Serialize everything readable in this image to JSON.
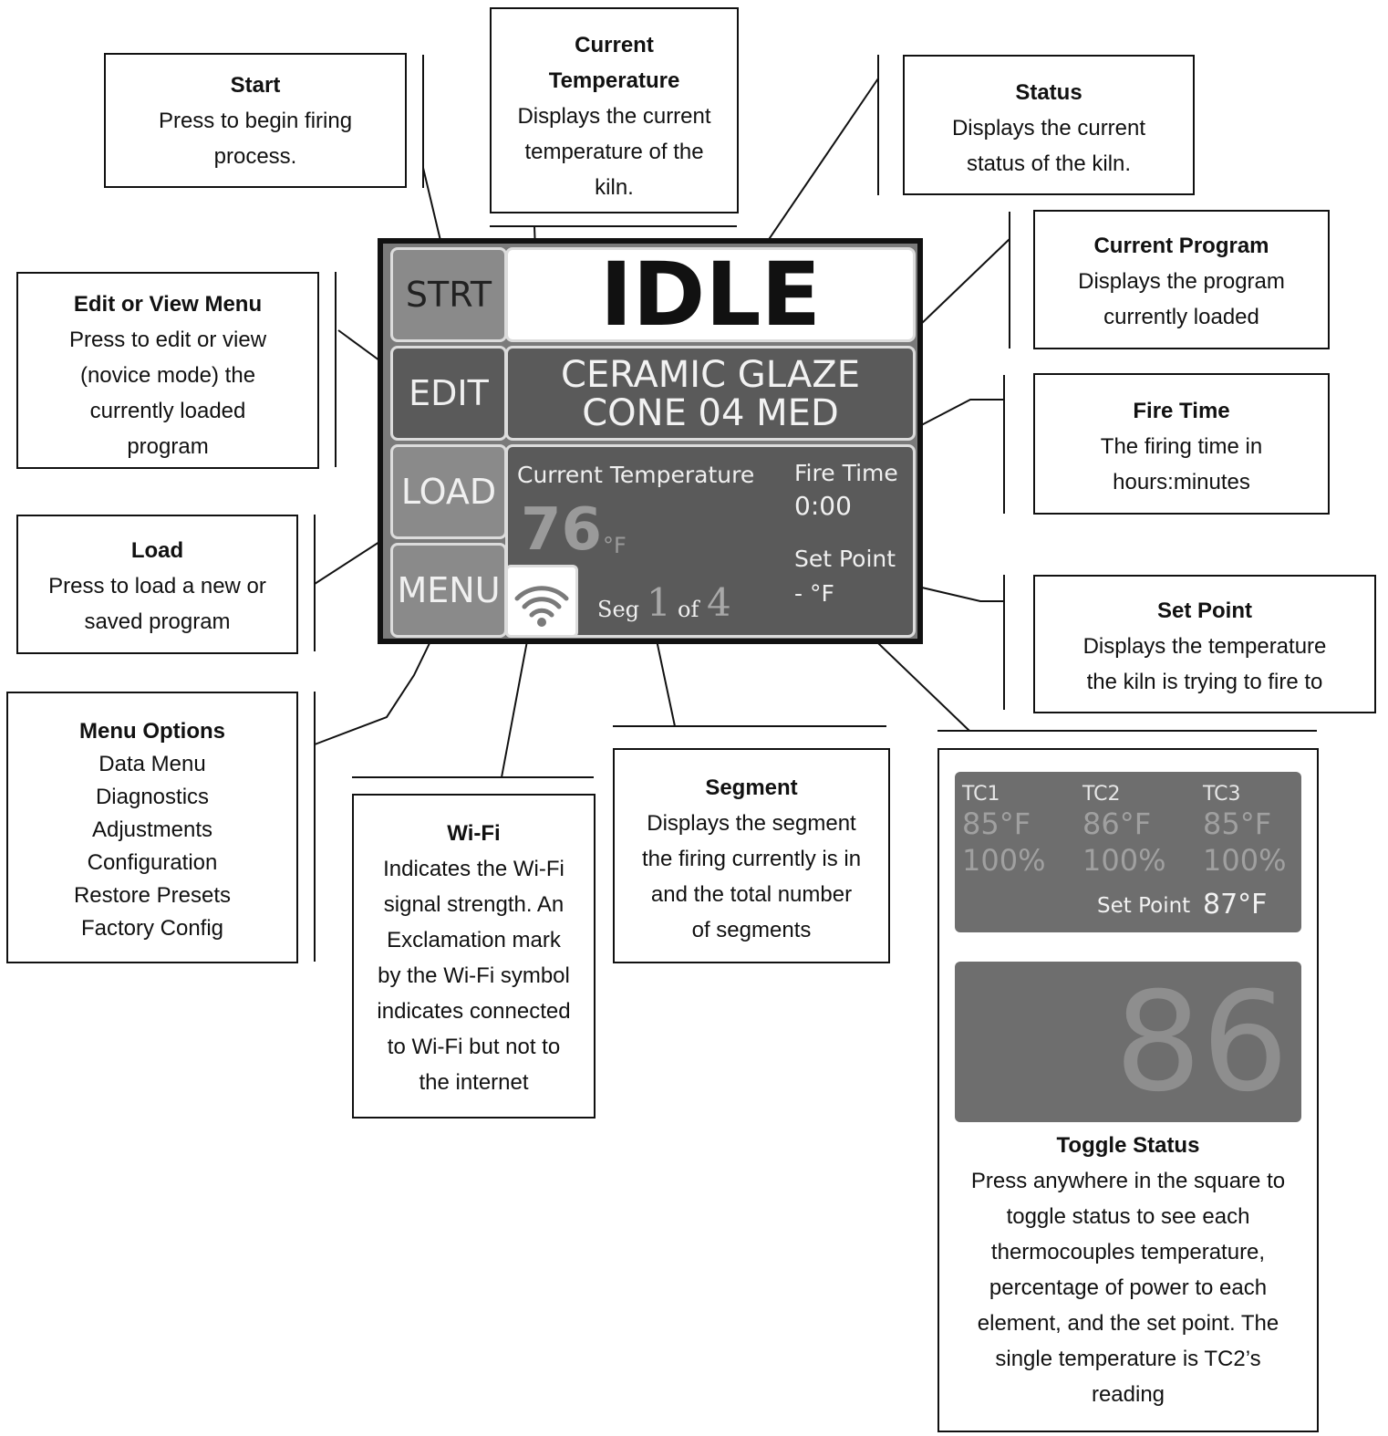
{
  "screen": {
    "buttons": {
      "start": "STRT",
      "edit": "EDIT",
      "load": "LOAD",
      "menu": "MENU"
    },
    "status": "IDLE",
    "program": [
      "CERAMIC GLAZE",
      "CONE 04 MED"
    ],
    "current_temperature_label": "Current Temperature",
    "current_temperature_value": "76",
    "current_temperature_unit": "°F",
    "fire_time_label": "Fire Time",
    "fire_time_value": "0:00",
    "set_point_label": "Set Point",
    "set_point_value": "- °F",
    "segment": {
      "prefix": "Seg",
      "current": "1",
      "of": "of",
      "total": "4"
    }
  },
  "callouts": {
    "start": {
      "title": "Start",
      "lines": [
        "Press to begin firing",
        "process."
      ]
    },
    "current_temperature": {
      "title": [
        "Current",
        "Temperature"
      ],
      "lines": [
        "Displays the current",
        "temperature of the",
        "kiln."
      ]
    },
    "status": {
      "title": "Status",
      "lines": [
        "Displays the current",
        "status of the kiln."
      ]
    },
    "edit": {
      "title": "Edit or View Menu",
      "lines": [
        "Press to edit or view",
        "(novice mode) the",
        "currently loaded",
        "program"
      ]
    },
    "current_program": {
      "title": "Current Program",
      "lines": [
        "Displays the program",
        "currently loaded"
      ]
    },
    "fire_time": {
      "title": "Fire Time",
      "lines": [
        "The firing time in",
        "hours:minutes"
      ]
    },
    "load": {
      "title": "Load",
      "lines": [
        "Press to load a new or",
        "saved program"
      ]
    },
    "set_point": {
      "title": "Set Point",
      "lines": [
        "Displays the temperature",
        "the kiln is trying to fire to"
      ]
    },
    "menu": {
      "title": "Menu Options",
      "lines": [
        "Data Menu",
        "Diagnostics",
        "Adjustments",
        "Configuration",
        "Restore Presets",
        "Factory Config"
      ]
    },
    "wifi": {
      "title": "Wi-Fi",
      "lines": [
        "Indicates the Wi-Fi",
        "signal strength. An",
        "Exclamation mark",
        "by the Wi-Fi symbol",
        "indicates connected",
        "to Wi-Fi but not to",
        "the internet"
      ]
    },
    "segment": {
      "title": "Segment",
      "lines": [
        "Displays the segment",
        "the firing currently is in",
        "and the total number",
        "of segments"
      ]
    },
    "toggle": {
      "title": "Toggle Status",
      "lines": [
        "Press anywhere in the square to",
        "toggle status to see each",
        "thermocouples temperature,",
        "percentage of power to each",
        "element, and the set point. The",
        "single temperature is TC2’s",
        "reading"
      ]
    }
  },
  "toggle_panel": {
    "thermocouples": [
      {
        "name": "TC1",
        "temp": "85°F",
        "power": "100%"
      },
      {
        "name": "TC2",
        "temp": "86°F",
        "power": "100%"
      },
      {
        "name": "TC3",
        "temp": "85°F",
        "power": "100%"
      }
    ],
    "set_point_label": "Set Point",
    "set_point_value": "87°F",
    "single_temp": "86"
  }
}
